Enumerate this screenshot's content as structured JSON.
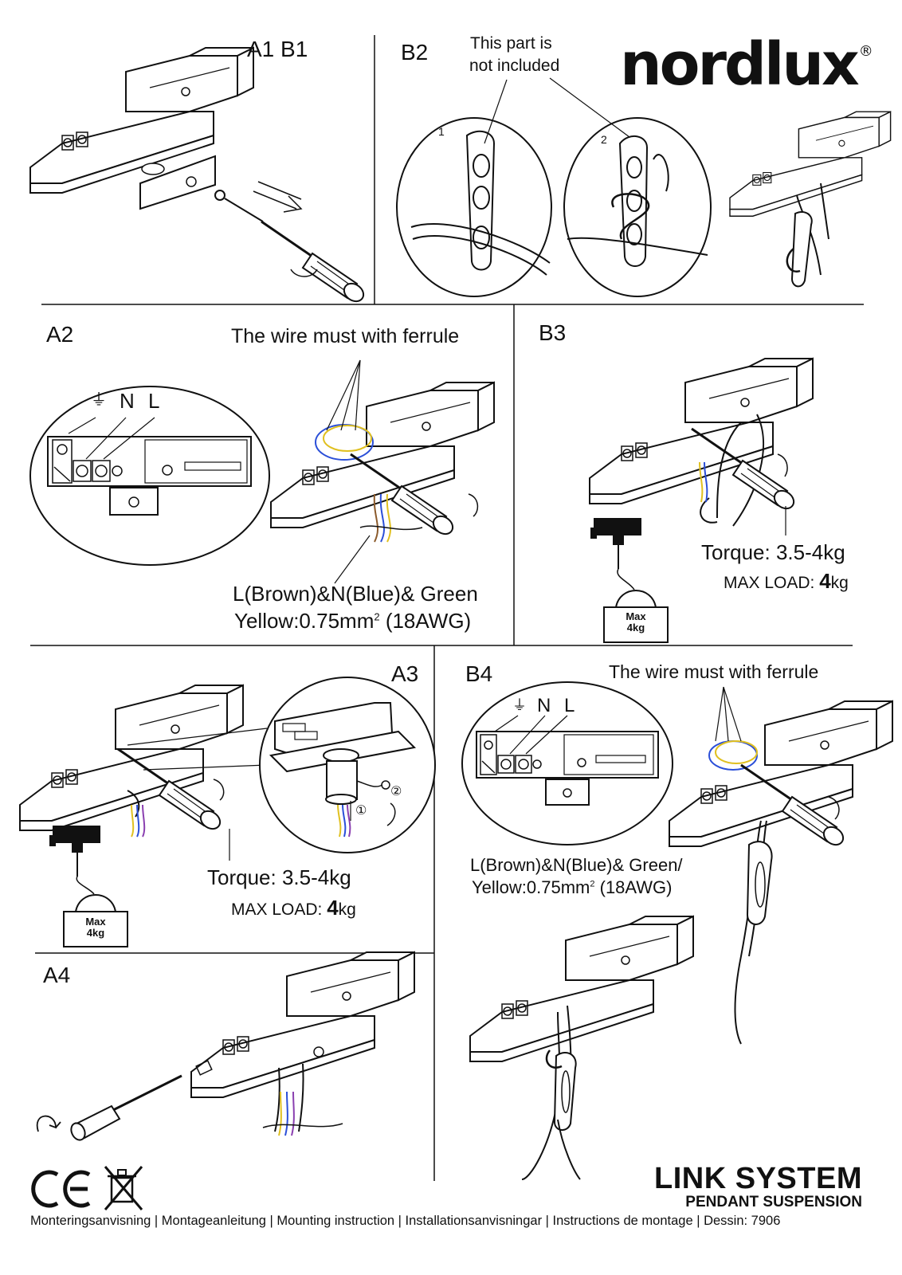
{
  "brand": {
    "name": "nordlux",
    "mark": "®"
  },
  "panels": {
    "a1b1": {
      "label": "A1  B1"
    },
    "b2": {
      "label": "B2",
      "note_line1": "This part is",
      "note_line2": "not included",
      "callout1": "1",
      "callout2": "2"
    },
    "a2": {
      "label": "A2",
      "ferrule_note": "The wire must with ferrule",
      "terminals": {
        "earth": "⏚",
        "n": "N",
        "l": "L"
      },
      "wire_spec_line1": "L(Brown)&N(Blue)&  Green",
      "wire_spec_line2": "Yellow:0.75mm",
      "wire_spec_line2_sup": "2",
      "wire_spec_line2_end": " (18AWG)"
    },
    "b3": {
      "label": "B3",
      "torque": "Torque:  3.5-4kg",
      "max_load_prefix": "MAX LOAD: ",
      "max_load_value": "4",
      "max_load_unit": "kg",
      "weight_line1": "Max",
      "weight_line2": "4kg"
    },
    "a3": {
      "label": "A3",
      "torque": "Torque:  3.5-4kg",
      "max_load_prefix": "MAX LOAD: ",
      "max_load_value": "4",
      "max_load_unit": "kg",
      "weight_line1": "Max",
      "weight_line2": "4kg",
      "step1": "①",
      "step2": "②"
    },
    "b4": {
      "label": "B4",
      "ferrule_note": "The wire must with ferrule",
      "terminals": {
        "earth": "⏚",
        "n": "N",
        "l": "L"
      },
      "wire_spec_line1": "L(Brown)&N(Blue)&  Green/",
      "wire_spec_line2": "Yellow:0.75mm",
      "wire_spec_line2_sup": "2",
      "wire_spec_line2_end": " (18AWG)"
    },
    "a4": {
      "label": "A4"
    }
  },
  "product": {
    "title": "LINK SYSTEM",
    "subtitle": "PENDANT SUSPENSION"
  },
  "certifications": {
    "ce": "CE"
  },
  "footer": {
    "text": "Monteringsanvisning | Montageanleitung | Mounting instruction | Installationsanvisningar | Instructions de montage | Dessin: 7906"
  },
  "colors": {
    "ink": "#111111",
    "wire_brown": "#8b5a2b",
    "wire_blue": "#2b4fd8",
    "wire_yellow": "#e0c020",
    "wire_purple": "#8a3fb0"
  }
}
